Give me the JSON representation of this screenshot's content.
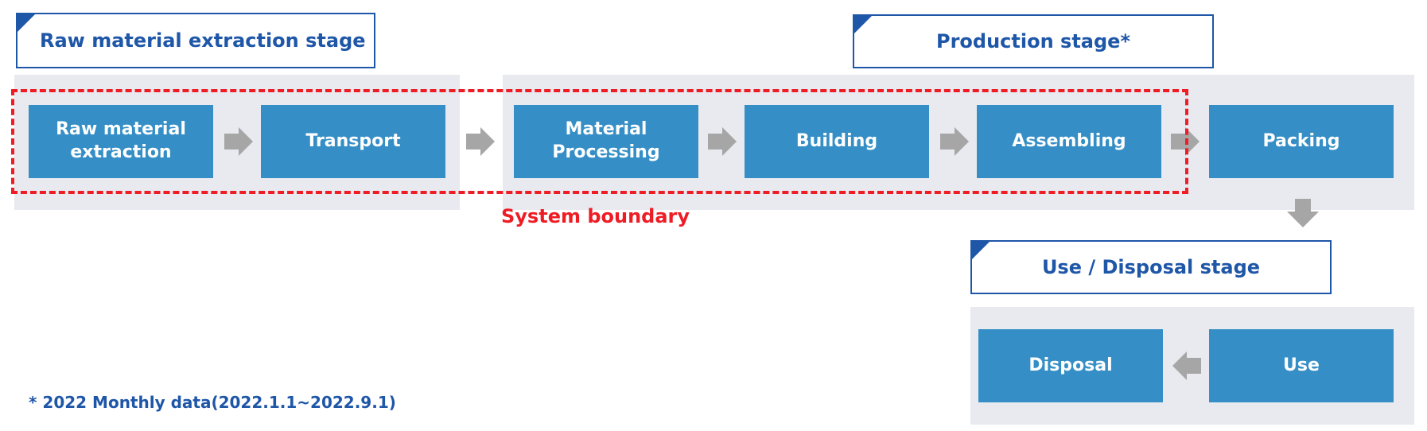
{
  "stages": {
    "raw_material": "Raw material extraction stage",
    "production": "Production stage*",
    "use_disposal": "Use / Disposal stage"
  },
  "process_boxes": {
    "raw_material_extraction": "Raw material\nextraction",
    "transport": "Transport",
    "material_processing": "Material\nProcessing",
    "building": "Building",
    "assembling": "Assembling",
    "packing": "Packing",
    "use": "Use",
    "disposal": "Disposal"
  },
  "system_boundary_label": "System boundary",
  "footnote": "* 2022 Monthly data(2022.1.1~2022.9.1)",
  "colors": {
    "stage_blue": "#1e56a8",
    "box_blue": "#358fc6",
    "panel_gray": "#e8eaef",
    "arrow_gray": "#a6a6a6",
    "boundary_red": "#ee1c25"
  }
}
